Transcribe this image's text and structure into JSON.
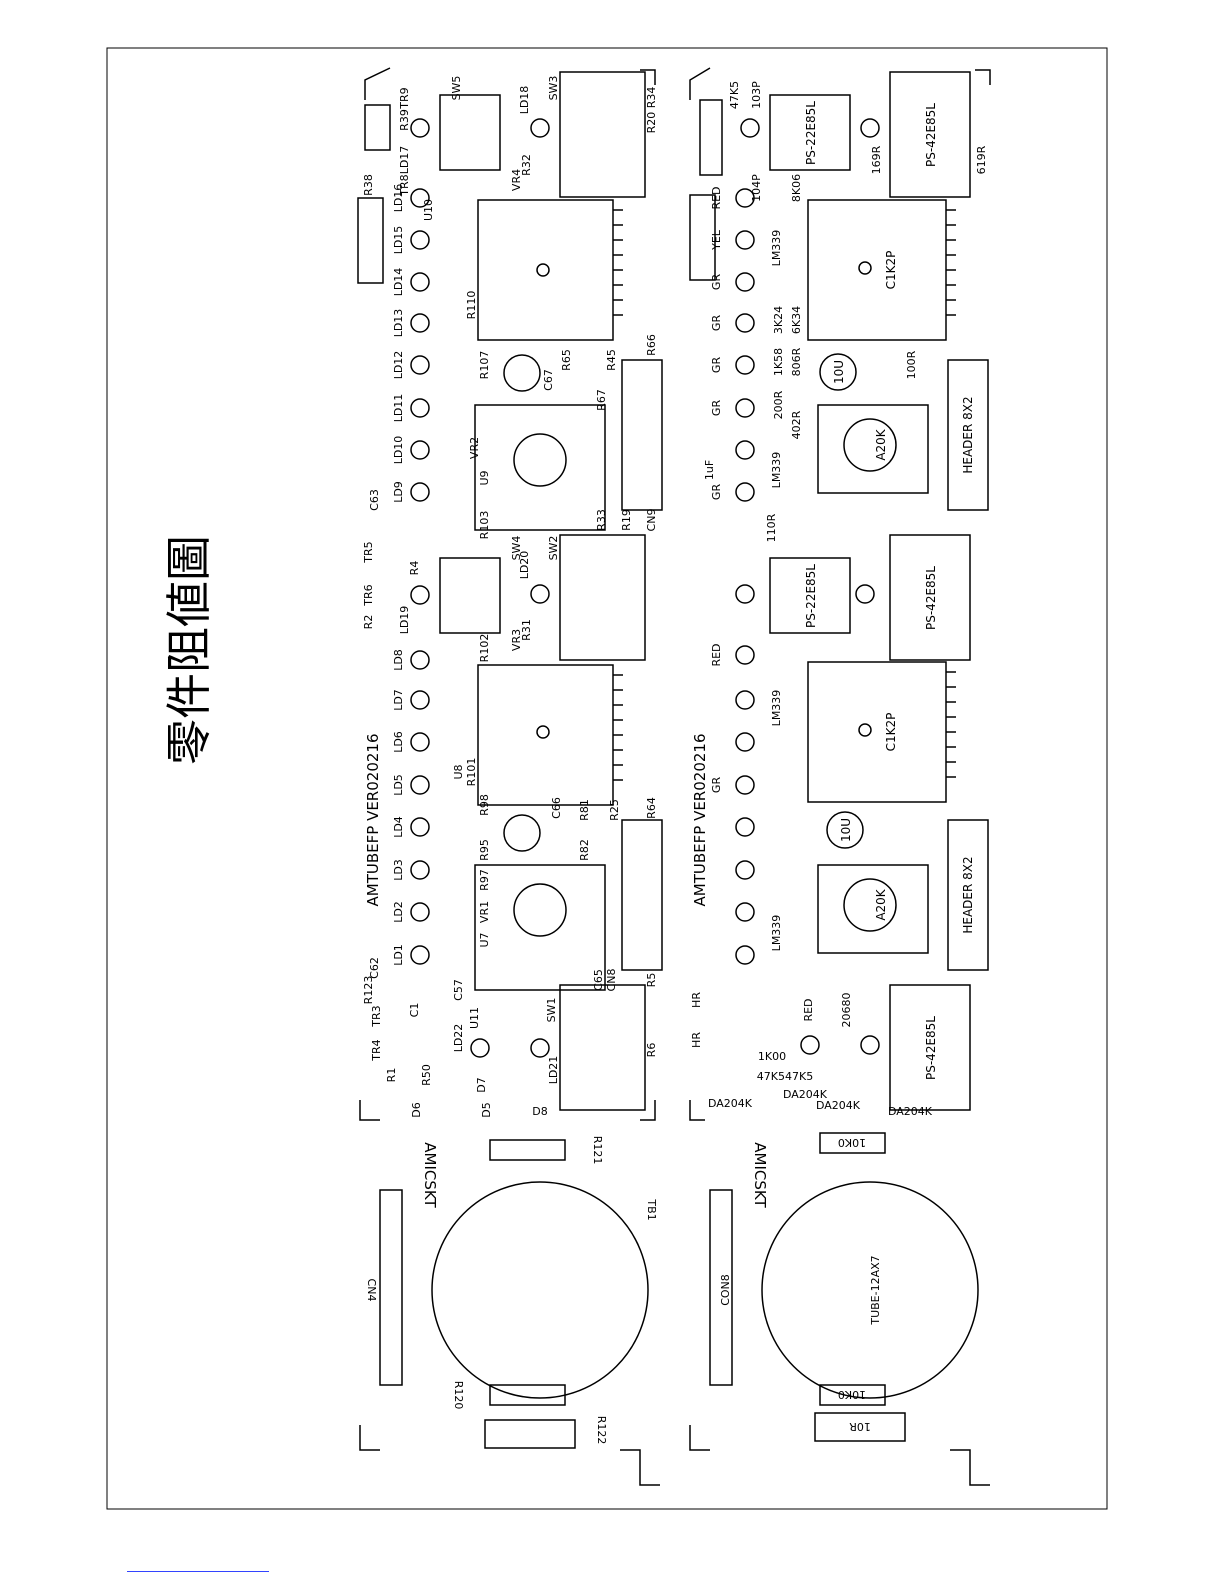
{
  "title": "零件阻値圖",
  "top_board": {
    "version": "AMTUBEFP  VER020216",
    "socket_label": "AMICSKT",
    "connector_label": "CN4",
    "tube_label": "TB1",
    "resistors": [
      "R121",
      "R120",
      "R122"
    ],
    "leds": [
      "LD1",
      "LD2",
      "LD3",
      "LD4",
      "LD5",
      "LD6",
      "LD7",
      "LD8",
      "LD9",
      "LD10",
      "LD11",
      "LD12",
      "LD13",
      "LD14",
      "LD15",
      "LD16",
      "LD17",
      "LD18",
      "LD19",
      "LD20",
      "LD21",
      "LD22"
    ],
    "ics": [
      "U7",
      "U8",
      "U9",
      "U10",
      "U11"
    ],
    "vrs": [
      "VR1",
      "VR2",
      "VR3",
      "VR4"
    ],
    "sws": [
      "SW1",
      "SW2",
      "SW3",
      "SW4",
      "SW5"
    ],
    "caps": [
      "C62",
      "C63",
      "C66",
      "C67",
      "C57",
      "C65"
    ],
    "misc": [
      "R123",
      "TR4",
      "TR3",
      "TR5",
      "TR6",
      "TR8",
      "TR9",
      "R38",
      "R39",
      "R2",
      "R4",
      "R101",
      "R98",
      "R95",
      "R97",
      "R103",
      "R102",
      "R110",
      "R107",
      "R65",
      "R67",
      "R45",
      "R66",
      "R25",
      "R64",
      "R81",
      "R82",
      "R33",
      "R19",
      "CN9",
      "CN8",
      "R5",
      "R6",
      "R31",
      "R32",
      "R20 R34",
      "D6",
      "D7",
      "D5",
      "D8",
      "R1",
      "R50",
      "C1"
    ]
  },
  "bottom_board": {
    "version": "AMTUBEFP  VER020216",
    "socket_label": "AMICSKT",
    "connector_label": "CON8",
    "tube_label": "TUBE-12AX7",
    "res_10k0_a": "10K0",
    "res_10k0_b": "10K0",
    "res_10r": "10R",
    "headers": [
      "HEADER 8X2",
      "HEADER 8X2"
    ],
    "psu": [
      "PS-42E85L",
      "PS-42E85L",
      "PS-42E85L",
      "PS-22E85L",
      "PS-22E85L"
    ],
    "c1k2p": [
      "C1K2P",
      "C1K2P"
    ],
    "a20k": [
      "A20K",
      "A20K"
    ],
    "cap_10u": [
      "10U",
      "10U"
    ],
    "lm339": [
      "LM339",
      "LM339",
      "LM339",
      "LM339"
    ],
    "diodes": [
      "DA204K",
      "DA204K",
      "DA204K",
      "DA204K"
    ],
    "led_colors": [
      "GR",
      "GR",
      "GR",
      "GR",
      "GR",
      "GR",
      "YEL",
      "RED",
      "RED",
      "RED",
      "HR",
      "HR"
    ],
    "values": [
      "47K5",
      "103P",
      "104P",
      "110R",
      "1K00",
      "619R",
      "169R",
      "100R",
      "8K06",
      "6K34",
      "3K24",
      "1K58",
      "200R",
      "806R",
      "402R",
      "1uF",
      "47K547K5",
      "20680"
    ]
  }
}
